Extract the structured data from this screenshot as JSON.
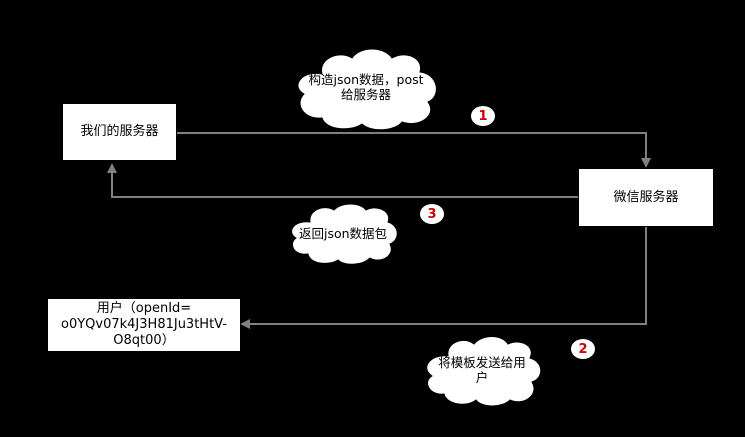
{
  "diagram": {
    "nodes": {
      "our_server": {
        "label": "我们的服务器"
      },
      "wechat_server": {
        "label": "微信服务器"
      },
      "user": {
        "label_lines": [
          "用户（openId=",
          "o0YQv07k4J3H81Ju3tHtV-",
          "O8qt00）"
        ]
      }
    },
    "clouds": {
      "post_json": {
        "lines": [
          "构造json数据，post",
          "给服务器"
        ]
      },
      "return_json": {
        "lines": [
          "返回json数据包"
        ]
      },
      "send_template": {
        "lines": [
          "将模板发送给用",
          "户"
        ]
      }
    },
    "steps": [
      "1",
      "2",
      "3"
    ],
    "colors": {
      "background": "#000000",
      "box_fill": "#ffffff",
      "line": "#808080",
      "step_number": "#cc0000"
    }
  }
}
